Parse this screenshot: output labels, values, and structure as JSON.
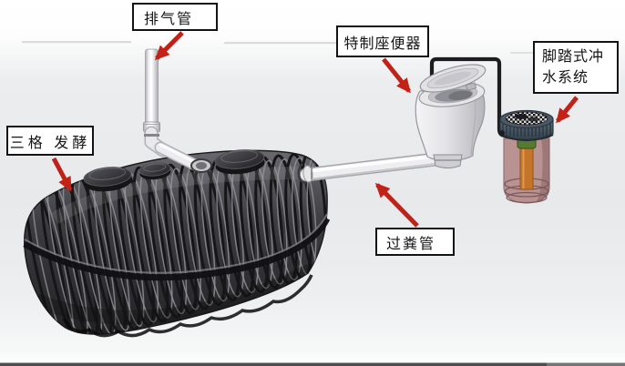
{
  "diagram": {
    "labels": {
      "vent_pipe": "排气管",
      "special_toilet": "特制座便器",
      "foot_flush_system": "脚踏式冲水系统",
      "three_chamber_fermentation": "三格 发酵",
      "manure_pipe": "过粪管"
    },
    "colors": {
      "arrow_red": "#c42117",
      "label_background": "#ffffff",
      "label_border": "#131313",
      "label_text": "#141414",
      "tank_body": "#3c3c40",
      "pipe_white": "#eeeef0",
      "toilet_white": "#e7e7e9",
      "pump_body_red_brown": "#b48989",
      "pump_cap_slate": "#4b5a66",
      "inner_tube_orange": "#c4752a",
      "valve_green": "#567a30",
      "background_gray": "#e7e9eb",
      "bottom_edge": "#4e4e51"
    }
  }
}
